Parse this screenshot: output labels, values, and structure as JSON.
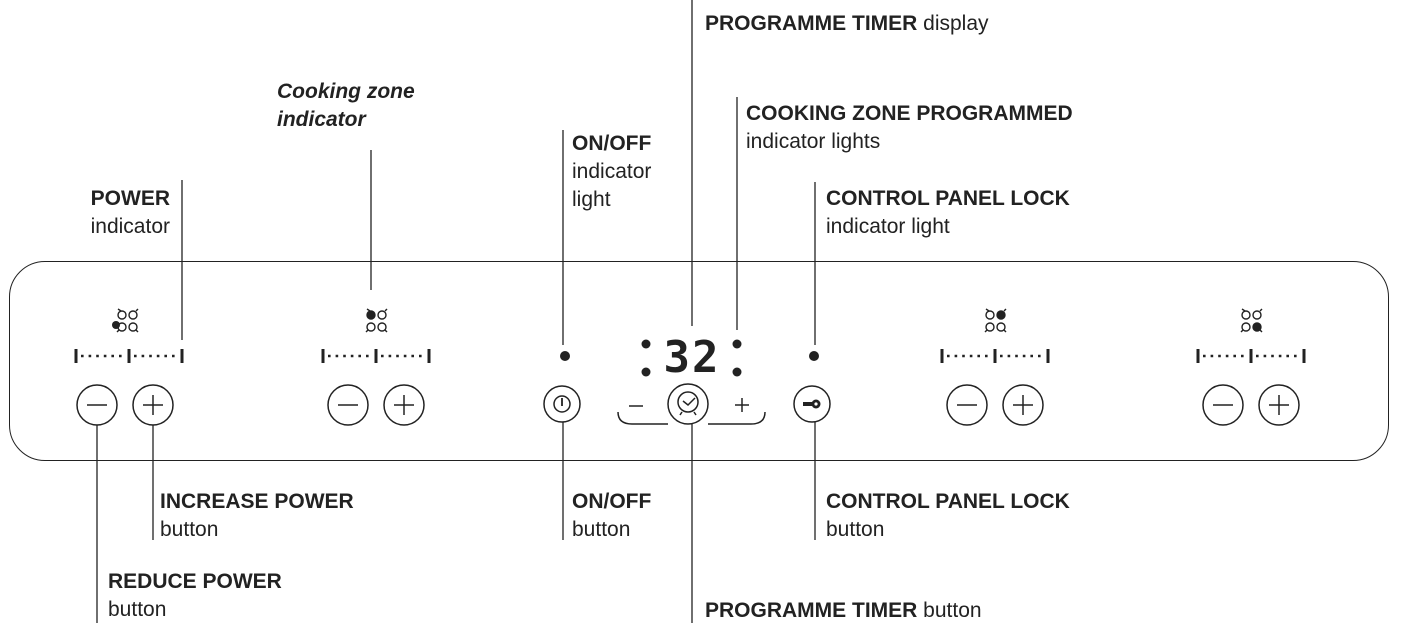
{
  "labels": {
    "programme_timer_display": {
      "bold": "PROGRAMME TIMER",
      "rest": " display"
    },
    "cooking_zone_indicator": {
      "line1": "Cooking zone",
      "line2": "indicator"
    },
    "cooking_zone_programmed": {
      "line1": "COOKING ZONE PROGRAMMED",
      "line2": "indicator lights"
    },
    "onoff_indicator": {
      "line1": "ON/OFF",
      "line2": "indicator",
      "line3": "light"
    },
    "power_indicator": {
      "line1": "POWER",
      "line2": "indicator"
    },
    "control_panel_lock_indicator": {
      "line1": "CONTROL PANEL LOCK",
      "line2": "indicator light"
    },
    "increase_power_button": {
      "line1": "INCREASE POWER",
      "line2": "button"
    },
    "reduce_power_button": {
      "line1": "REDUCE POWER",
      "line2": "button"
    },
    "onoff_button": {
      "line1": "ON/OFF",
      "line2": "button"
    },
    "control_panel_lock_button": {
      "line1": "CONTROL PANEL LOCK",
      "line2": "button"
    },
    "programme_timer_button": {
      "bold": "PROGRAMME TIMER",
      "rest": " button"
    }
  },
  "timer_display_value": "32",
  "icons": {
    "minus": "minus-icon",
    "plus": "plus-icon",
    "power": "power-icon",
    "clock": "clock-icon",
    "key": "key-icon",
    "zones": "cooking-zones-icon"
  },
  "colors": {
    "line": "#222222",
    "background": "#ffffff"
  }
}
